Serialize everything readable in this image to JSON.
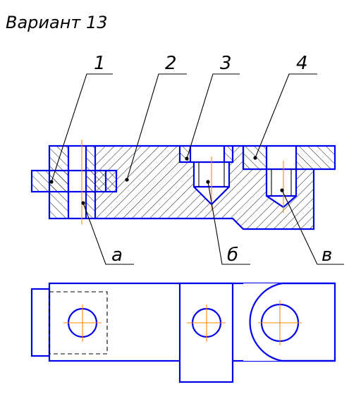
{
  "title": "Вариант 13",
  "callouts": {
    "part1": "1",
    "part2": "2",
    "part3": "3",
    "part4": "4",
    "a": "а",
    "b": "б",
    "v": "в"
  },
  "colors": {
    "outline": "#0000ee",
    "centerline": "#ff8800",
    "leader": "#000000"
  }
}
